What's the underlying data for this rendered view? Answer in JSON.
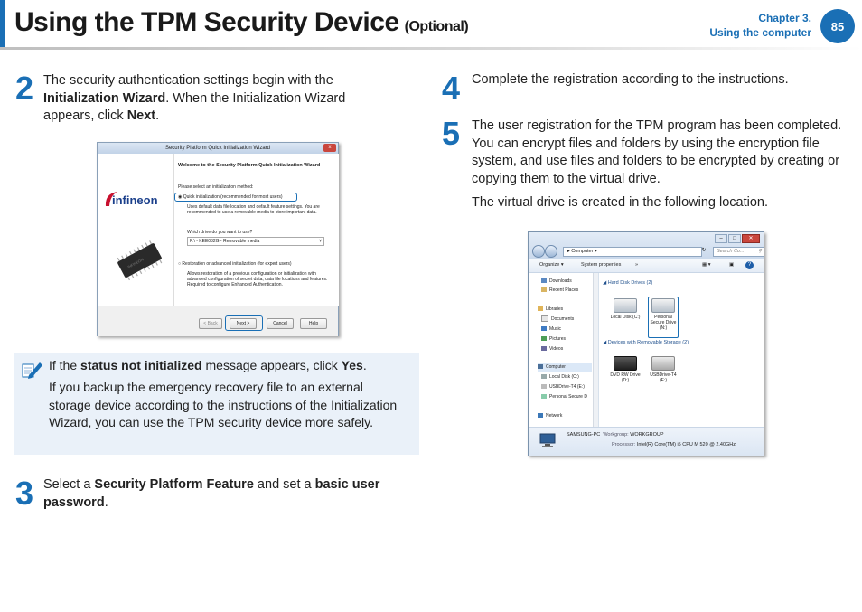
{
  "header": {
    "title": "Using the TPM Security Device",
    "title_suffix": "(Optional)",
    "chapter": "Chapter 3.",
    "chapter_title": "Using the computer",
    "page_number": "85"
  },
  "steps": {
    "s2": {
      "num": "2",
      "text_1": "The security authentication settings begin with the ",
      "bold_1": "Initialization Wizard",
      "text_2": ". When the Initialization Wizard appears, click ",
      "bold_2": "Next",
      "text_3": "."
    },
    "s3": {
      "num": "3",
      "text_1": "Select a ",
      "bold_1": "Security Platform Feature",
      "text_2": " and set a ",
      "bold_2": "basic user password",
      "text_3": "."
    },
    "s4": {
      "num": "4",
      "text": "Complete the registration according to the instructions."
    },
    "s5": {
      "num": "5",
      "text": "The user registration for the TPM program has been completed. You can encrypt files and folders by using the encryption file system, and use files and folders to be encrypted by creating or copying them to the virtual drive.",
      "text_2": "The virtual drive is created in the following location."
    }
  },
  "note": {
    "line1_a": "If the ",
    "line1_bold": "status not initialized",
    "line1_b": " message appears, click ",
    "line1_bold2": "Yes",
    "line1_c": ".",
    "para2": "If you backup the emergency recovery file to an external storage device according to the instructions of the Initialization Wizard, you can use the TPM security device more safely."
  },
  "dialog": {
    "title": "Security Platform Quick Initialization Wizard",
    "close": "x",
    "logo": "infineon",
    "chip_label": "INFINEON",
    "welcome": "Welcome to the Security Platform Quick Initialization Wizard",
    "select_method": "Please select an initialization method:",
    "opt_quick": "Quick initialization (recommended for most users)",
    "quick_desc": "Uses default data file location and default feature settings. You are recommended to use a removable media to store important data.",
    "which_drive": "Which drive do you want to use?",
    "drive_value": "F:\\ - KEE032G - Removable media",
    "opt_advanced": "Restoration or advanced initialization (for expert users)",
    "advanced_desc": "Allows restoration of a previous configuration or initialization with advanced configuration of secret data, data file locations and features. Required to configure Enhanced Authentication.",
    "btn_back": "< Back",
    "btn_next": "Next >",
    "btn_cancel": "Cancel",
    "btn_help": "Help"
  },
  "explorer": {
    "address": "Computer",
    "search_placeholder": "Search Co...",
    "organize": "Organize",
    "system_properties": "System properties",
    "more": "»",
    "nav": [
      "Downloads",
      "Recent Places",
      "Libraries",
      "Documents",
      "Music",
      "Pictures",
      "Videos",
      "Computer",
      "Local Disk (C:)",
      "USBDrive-T4 (E:)",
      "Personal Secure D",
      "Network"
    ],
    "group_hdd": "Hard Disk Drives (2)",
    "group_removable": "Devices with Removable Storage (2)",
    "drives_hdd": [
      {
        "label": "Local Disk (C:)"
      },
      {
        "label": "Personal Secure Drive (N:)"
      }
    ],
    "drives_removable": [
      {
        "label": "DVD RW Drive (D:)"
      },
      {
        "label": "USBDrive-T4 (E:)"
      }
    ],
    "status_name": "SAMSUNG-PC",
    "status_workgroup_label": "Workgroup:",
    "status_workgroup": "WORKGROUP",
    "status_processor_label": "Processor:",
    "status_processor": "Intel(R) Core(TM) i5 CPU     M 520  @ 2.40GHz"
  },
  "colors": {
    "accent": "#1a6fb5",
    "note_bg": "#eaf1f9"
  }
}
